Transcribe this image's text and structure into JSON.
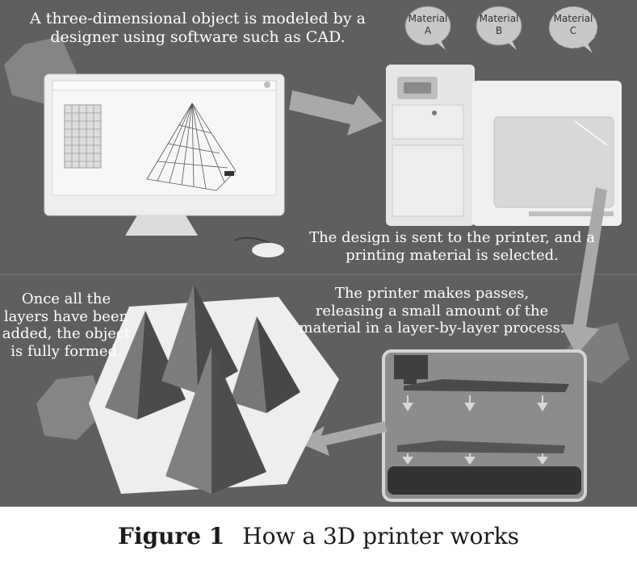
{
  "steps": {
    "design": "A three-dimensional object is modeled by a designer using software such as CAD.",
    "send": "The design is sent to the printer, and a printing material is selected.",
    "passes": "The printer makes passes, releasing a small amount of the material in a layer-by-layer process.",
    "formed": "Once all the layers have been added, the object is fully formed."
  },
  "materials": [
    {
      "line1": "Material",
      "line2": "A"
    },
    {
      "line1": "Material",
      "line2": "B"
    },
    {
      "line1": "Material",
      "line2": "C"
    }
  ],
  "caption": {
    "number": "Figure 1",
    "text": "How a 3D printer works"
  },
  "colors": {
    "background": "#5f5f5f",
    "panel": "#8a8a8a",
    "device": "#e9e9e9",
    "arrow": "#a9a9a9"
  }
}
